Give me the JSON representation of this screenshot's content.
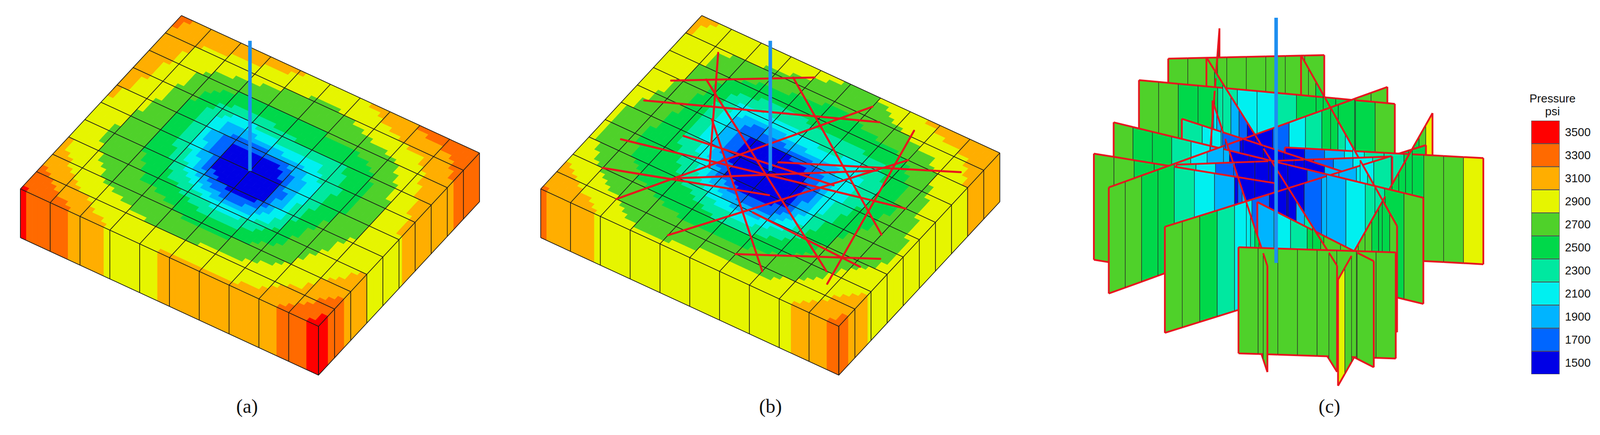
{
  "diagram": {
    "labels": [
      "(a)",
      "(b)",
      "(c)",
      "Pressure psi"
    ],
    "legend": [
      {
        "text": "3500",
        "color": "#ff0000"
      },
      {
        "text": "3300",
        "color": "#ff6a00"
      },
      {
        "text": "3100",
        "color": "#ffae00"
      },
      {
        "text": "2900",
        "color": "#e6f500"
      },
      {
        "text": "2700",
        "color": "#4fd12a"
      },
      {
        "text": "2500",
        "color": "#00d84a"
      },
      {
        "text": "2300",
        "color": "#00e8a0"
      },
      {
        "text": "2100",
        "color": "#00f0f0"
      },
      {
        "text": "1900",
        "color": "#00b4ff"
      },
      {
        "text": "1700",
        "color": "#0066ff"
      },
      {
        "text": "1500",
        "color": "#0000e6"
      }
    ]
  }
}
